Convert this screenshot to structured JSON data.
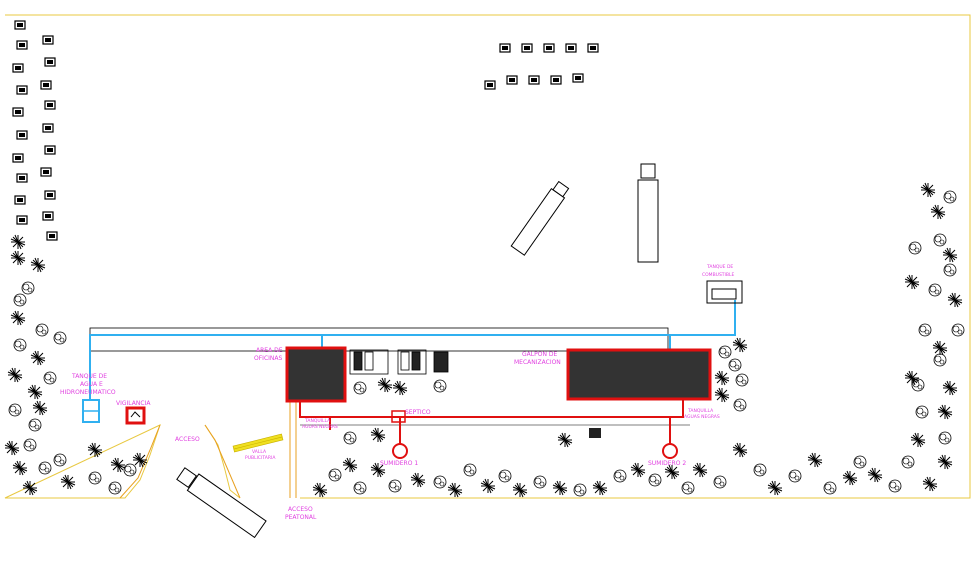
{
  "labels": {
    "tanque_agua_1": "TANQUE DE",
    "tanque_agua_2": "AGUA E",
    "tanque_agua_3": "HIDRONEUMATICO",
    "vigilancia": "VIGILANCIA",
    "acceso": "ACCESO",
    "valla_1": "VALLA",
    "valla_2": "PUBLICITARIA",
    "acceso_peatonal_1": "ACCESO",
    "acceso_peatonal_2": "PEATONAL",
    "area_oficinas_1": "AREA DE",
    "area_oficinas_2": "OFICINAS",
    "tanquilla_1_a": "TANQUILLA",
    "tanquilla_1_b": "AGUAS NEGRAS",
    "septico": "SEPTICO",
    "sumidero_1": "SUMIDERO 1",
    "galpon_1": "GALPON DE",
    "galpon_2": "MECANIZACION",
    "tanquilla_2_a": "TANQUILLA",
    "tanquilla_2_b": "AGUAS NEGRAS",
    "sumidero_2": "SUMIDERO 2",
    "tanque_combustible_1": "TANQUE DE",
    "tanque_combustible_2": "COMBUSTIBLE"
  },
  "colors": {
    "boundary": "#e8c840",
    "water_line": "#30b0f0",
    "sewage_line": "#e01010",
    "building_fill": "#333333",
    "label": "#e040e0",
    "billboard": "#f0e020"
  }
}
